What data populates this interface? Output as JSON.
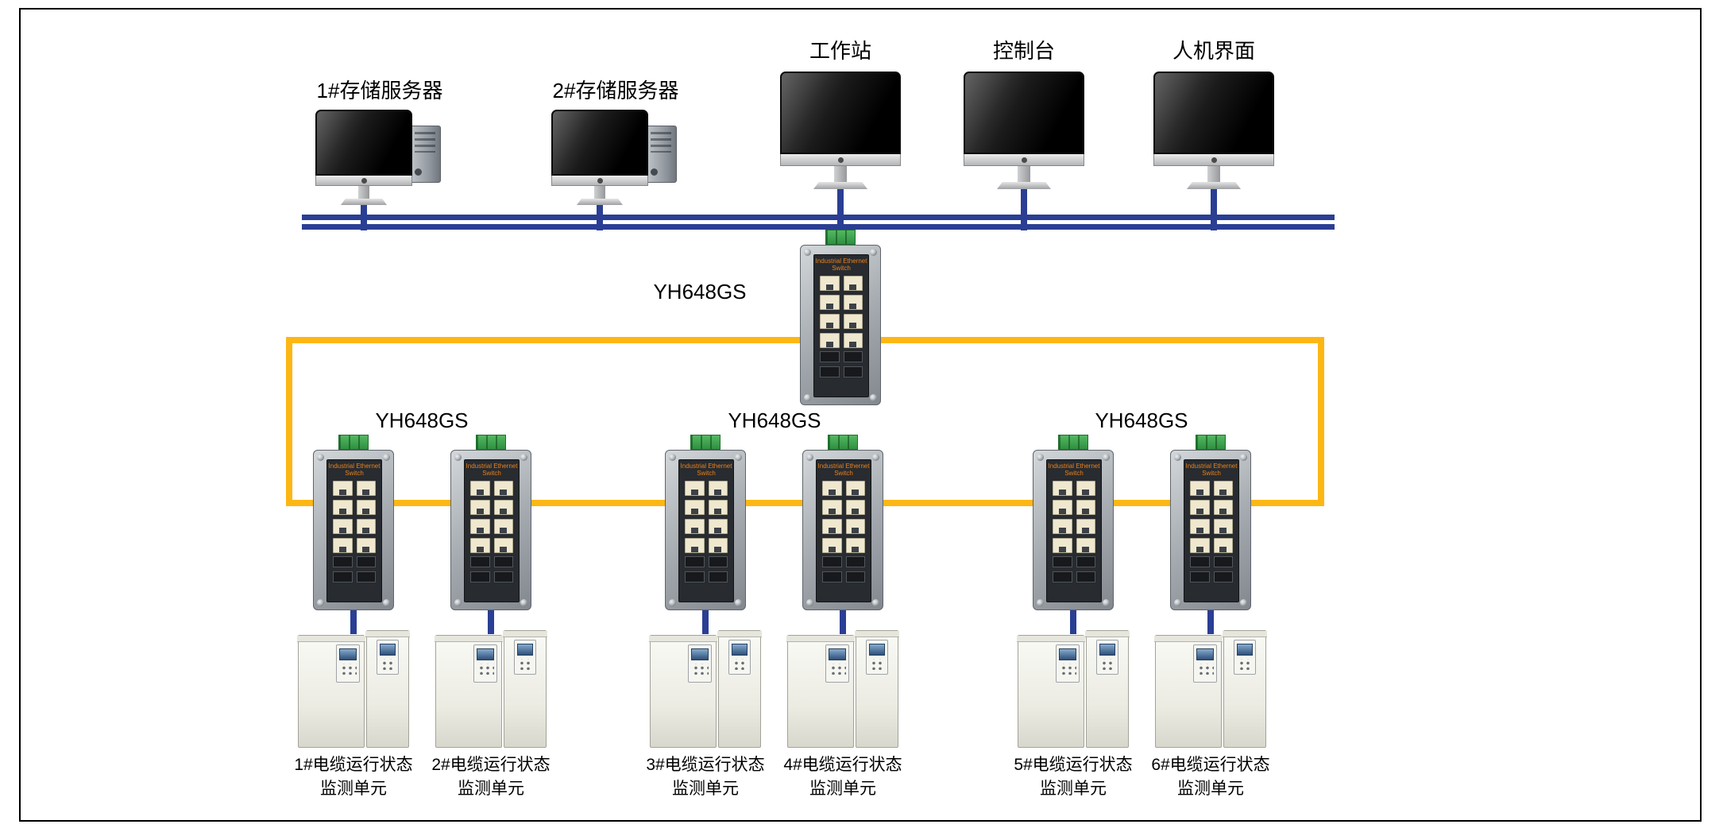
{
  "colors": {
    "bus_line": "#2a3e94",
    "ring_line": "#fdb714"
  },
  "top_devices": [
    {
      "label": "1#存储服务器"
    },
    {
      "label": "2#存储服务器"
    },
    {
      "label": "工作站"
    },
    {
      "label": "控制台"
    },
    {
      "label": "人机界面"
    }
  ],
  "switches": {
    "core_label": "YH648GS",
    "group_labels": [
      "YH648GS",
      "YH648GS",
      "YH648GS"
    ],
    "panel_text": "Industrial Ethernet Switch"
  },
  "monitor_units": [
    {
      "line1": "1#电缆运行状态",
      "line2": "监测单元"
    },
    {
      "line1": "2#电缆运行状态",
      "line2": "监测单元"
    },
    {
      "line1": "3#电缆运行状态",
      "line2": "监测单元"
    },
    {
      "line1": "4#电缆运行状态",
      "line2": "监测单元"
    },
    {
      "line1": "5#电缆运行状态",
      "line2": "监测单元"
    },
    {
      "line1": "6#电缆运行状态",
      "line2": "监测单元"
    }
  ]
}
